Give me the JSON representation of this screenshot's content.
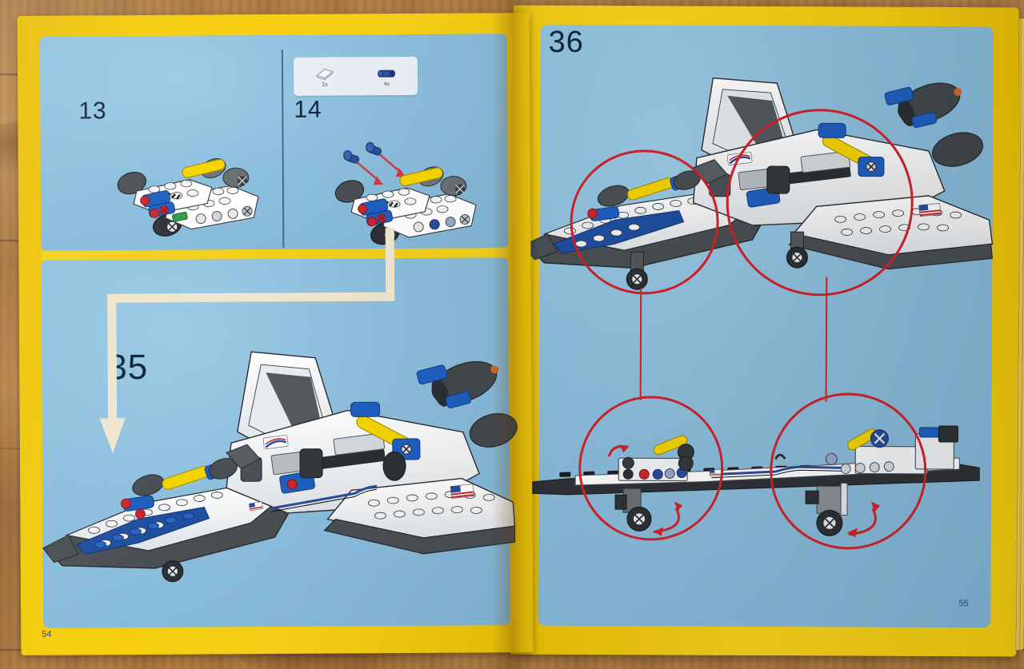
{
  "document": {
    "type": "lego-instruction-booklet",
    "spread": "two-page",
    "background": "wooden-table",
    "paper_border_color": "#f2c705",
    "page_field_color": "#8cbedd"
  },
  "left_page": {
    "page_number": "54",
    "panels": [
      {
        "id": "step-13",
        "step_number": "13"
      },
      {
        "id": "step-14",
        "step_number": "14"
      },
      {
        "id": "step-35",
        "step_number": "35"
      }
    ],
    "parts_callout": {
      "parts": [
        {
          "name": "white-wedge-plate",
          "quantity": "1x",
          "color": "#e9eef2"
        },
        {
          "name": "blue-technic-pin",
          "quantity": "4x",
          "color": "#2a4f9b"
        }
      ]
    },
    "assembly_arrow": {
      "name": "placement-arrow",
      "color": "#f0e6cf"
    }
  },
  "right_page": {
    "page_number": "55",
    "step_number": "36",
    "detail_callouts": [
      {
        "id": "detail-top-left",
        "target": "front-landing-gear"
      },
      {
        "id": "detail-top-right",
        "target": "rear-landing-gear"
      },
      {
        "id": "detail-bottom-left",
        "target": "front-gear-rotation"
      },
      {
        "id": "detail-bottom-right",
        "target": "rear-gear-rotation"
      }
    ],
    "rotation_arrows_color": "#d1232a",
    "callout_circle_color": "#d1232a"
  },
  "colors": {
    "paper_yellow": "#f2c705",
    "panel_blue": "#8cbedd",
    "divider_yellow": "#f2cf1b",
    "callout_red": "#d1232a",
    "arrow_cream": "#f0e6cf",
    "ink_dark": "#10263b",
    "wood": "#b07c44"
  }
}
